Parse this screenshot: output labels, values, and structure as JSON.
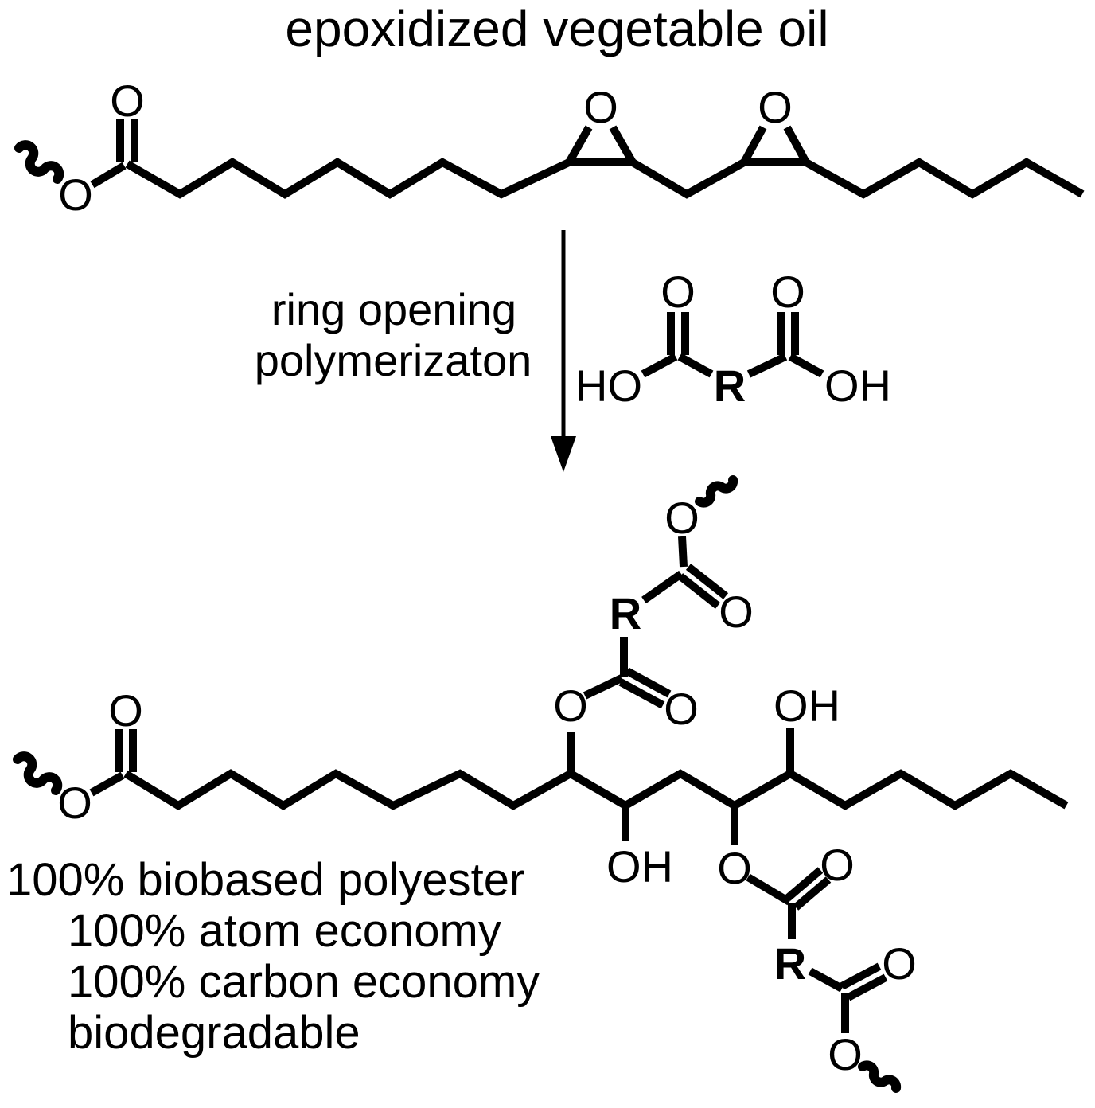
{
  "title": "epoxidized vegetable oil",
  "reaction": {
    "conditions": [
      "ring opening",
      "polymerizaton"
    ]
  },
  "atoms": {
    "oxygen": "O",
    "hydroxyl": "OH",
    "hydroxyl_reversed": "HO",
    "r_group": "R"
  },
  "product_properties": [
    "100% biobased polyester",
    "100% atom economy",
    "100% carbon economy",
    "biodegradable"
  ],
  "colors": {
    "ink": "#000000",
    "background": "#ffffff"
  }
}
